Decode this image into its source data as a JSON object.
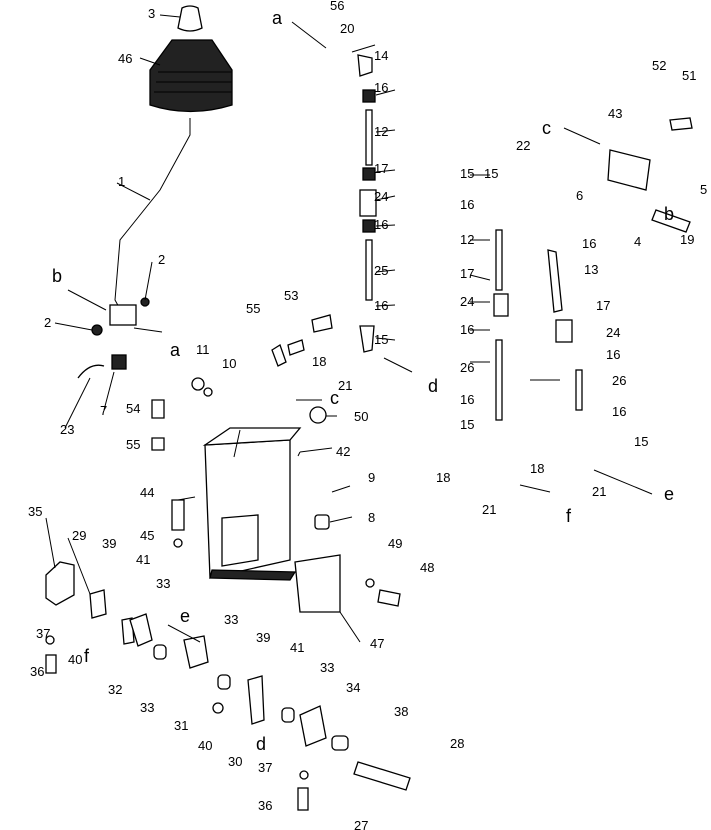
{
  "callouts": [
    "3",
    "46",
    "1",
    "2",
    "2",
    "23",
    "7",
    "54",
    "55",
    "11",
    "10",
    "55",
    "53",
    "18",
    "42",
    "9",
    "8",
    "50",
    "44",
    "45",
    "35",
    "29",
    "39",
    "41",
    "37",
    "40",
    "36",
    "33",
    "32",
    "33",
    "31",
    "33",
    "39",
    "41",
    "40",
    "30",
    "33",
    "34",
    "37",
    "36",
    "38",
    "28",
    "27",
    "49",
    "48",
    "47",
    "56",
    "20",
    "14",
    "16",
    "12",
    "17",
    "24",
    "16",
    "25",
    "16",
    "15",
    "21",
    "52",
    "51",
    "43",
    "5",
    "19",
    "4",
    "6",
    "15",
    "22",
    "15",
    "16",
    "12",
    "17",
    "24",
    "16",
    "26",
    "16",
    "15",
    "18",
    "21",
    "16",
    "13",
    "17",
    "24",
    "16",
    "26",
    "16",
    "18",
    "15",
    "21"
  ],
  "letters": [
    "a",
    "b",
    "a",
    "c",
    "c",
    "b",
    "d",
    "e",
    "f",
    "f",
    "e",
    "d"
  ]
}
